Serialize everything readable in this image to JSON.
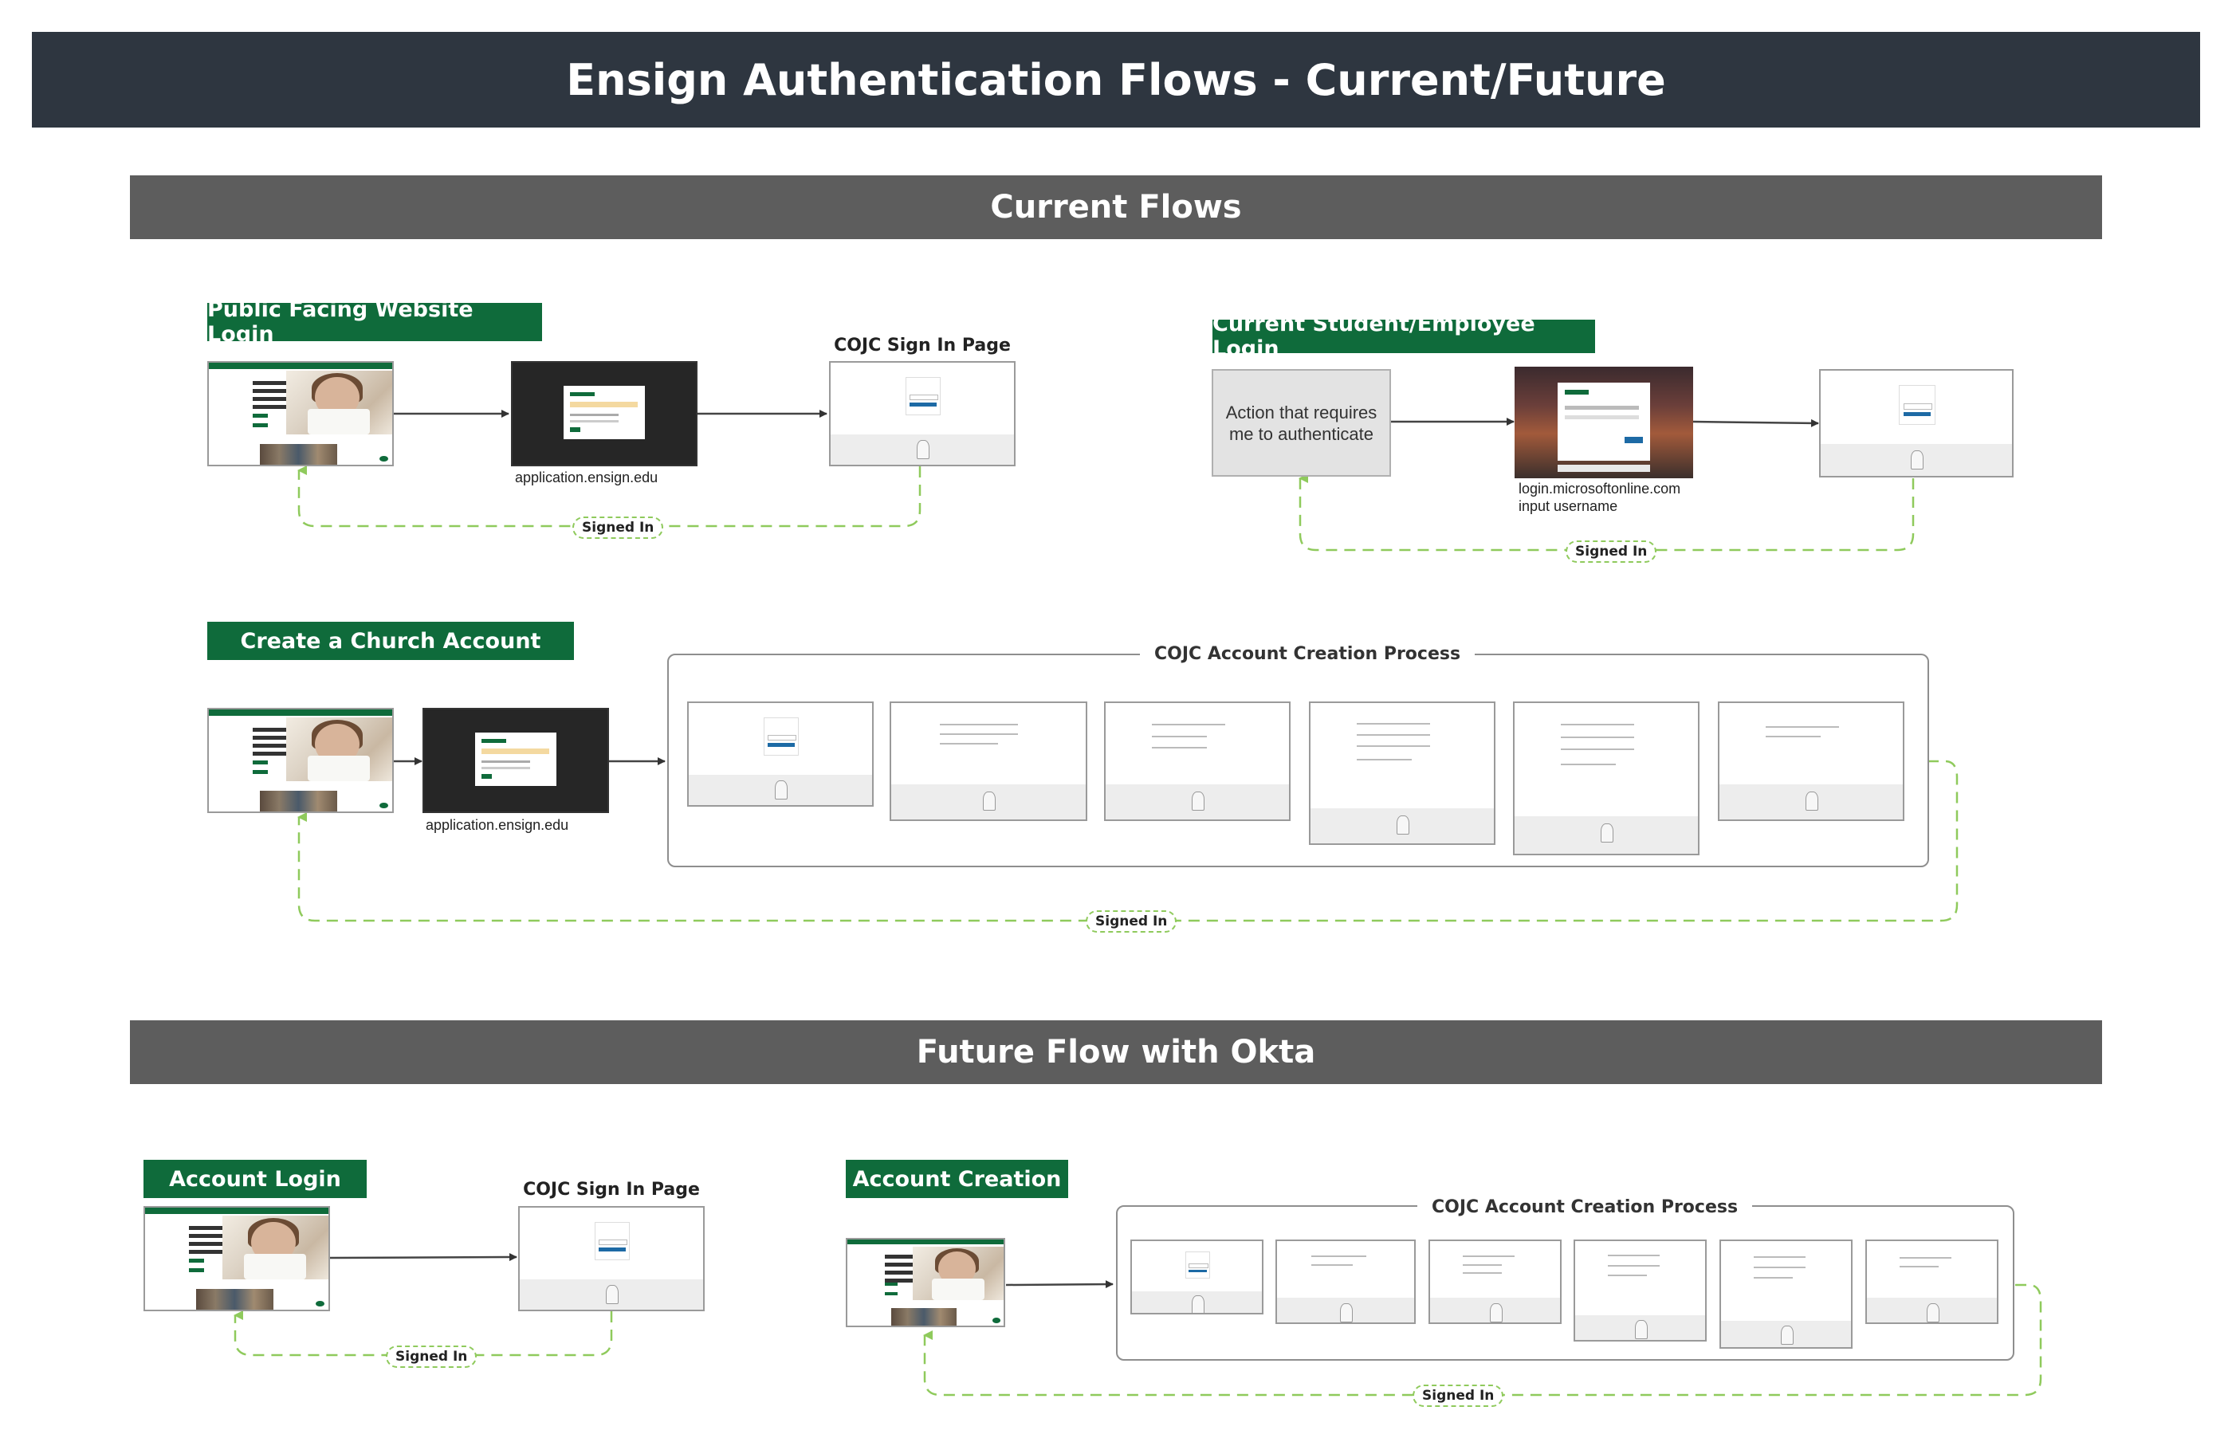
{
  "title": "Ensign Authentication Flows -  Current/Future",
  "sections": {
    "current": "Current Flows",
    "future": "Future Flow with Okta"
  },
  "flows": {
    "public_login": {
      "label": "Public Facing Website Login",
      "signin_caption": "COJC Sign In Page",
      "app_caption": "application.ensign.edu",
      "signed_in": "Signed In"
    },
    "student_login": {
      "label": "Current Student/Employee Login",
      "action_text": "Action that requires me to authenticate",
      "ms_caption_1": "login.microsoftonline.com",
      "ms_caption_2": "input username",
      "signed_in": "Signed In"
    },
    "church_account": {
      "label": "Create a Church Account",
      "app_caption": "application.ensign.edu",
      "process_title": "COJC Account Creation Process",
      "signed_in": "Signed In"
    },
    "okta_login": {
      "label": "Account Login",
      "signin_caption": "COJC Sign In Page",
      "signed_in": "Signed In"
    },
    "okta_creation": {
      "label": "Account Creation",
      "process_title": "COJC Account Creation Process",
      "signed_in": "Signed In"
    }
  },
  "icons": {
    "website": "website-screenshot",
    "dark_modal": "modal-screenshot",
    "sign_in": "sign-in-screenshot",
    "microsoft": "microsoft-login-screenshot"
  },
  "colors": {
    "title_bar": "#2e3640",
    "section_bar": "#5d5d5d",
    "label_green": "#0f6b3b",
    "signed_in_dash": "#8fca5c",
    "arrow": "#333333"
  }
}
